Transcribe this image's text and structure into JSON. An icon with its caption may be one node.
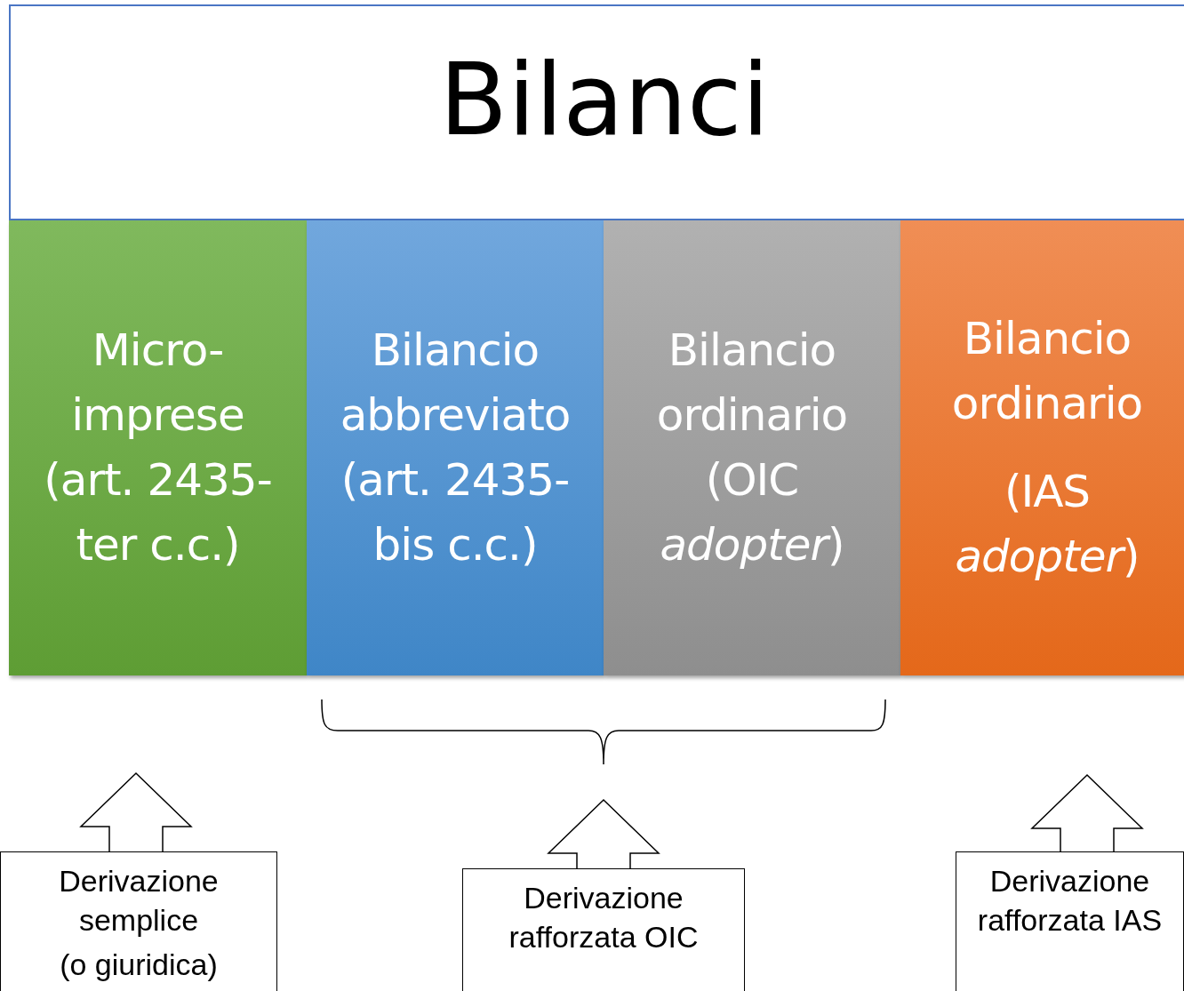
{
  "diagram": {
    "nodes": [
      {
        "text": [
          "Bilanci"
        ]
      },
      {
        "text": [
          "Micro-imprese (art. 2435-ter c.c.)"
        ]
      },
      {
        "text": [
          "Bilancio abbreviato (art. 2435-bis c.c.)"
        ]
      },
      {
        "text": [
          "Bilancio ordinario (OIC *adopter*)"
        ]
      },
      {
        "text": [
          "Bilancio ordinario",
          "(IAS *adopter*)"
        ]
      },
      {
        "text": [
          "Derivazione semplice",
          "(o giuridica)"
        ]
      },
      {
        "text": [
          "Derivazione rafforzata OIC"
        ]
      },
      {
        "text": [
          "Derivazione rafforzata IAS"
        ]
      }
    ],
    "edges": [
      {
        "from": 5,
        "to": null,
        "arrow": "to"
      },
      {
        "from": 6,
        "to": null,
        "arrow": "to"
      },
      {
        "from": 7,
        "to": null,
        "arrow": "to"
      }
    ]
  }
}
